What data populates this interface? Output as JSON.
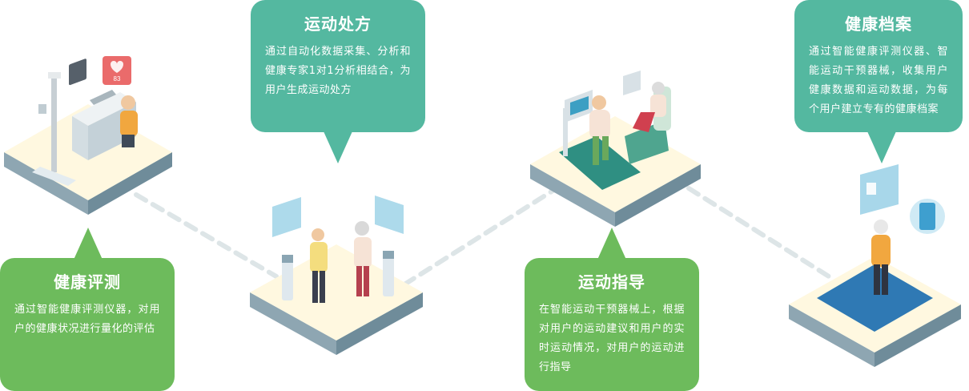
{
  "cards": {
    "health_assessment": {
      "title": "健康评测",
      "text": "通过智能健康评测仪器，对用户的健康状况进行量化的评估",
      "color": "#6dbb5c"
    },
    "exercise_prescription": {
      "title": "运动处方",
      "text": "通过自动化数据采集、分析和健康专家1对1分析相结合，为用户生成运动处方",
      "color": "#54b8a0"
    },
    "exercise_guidance": {
      "title": "运动指导",
      "text": "在智能运动干预器械上，根据对用户的运动建议和用户的实时运动情况，对用户的运动进行指导",
      "color": "#6dbb5c"
    },
    "health_records": {
      "title": "健康档案",
      "text": "通过智能健康评测仪器、智能运动干预器械，收集用户健康数据和运动数据，为每个用户建立专有的健康档案",
      "color": "#54b8a0"
    }
  },
  "monitor": {
    "reading": "83"
  },
  "icons": [
    "heart-icon",
    "id-card-icon",
    "smartphone-icon",
    "info-panel-icon"
  ]
}
